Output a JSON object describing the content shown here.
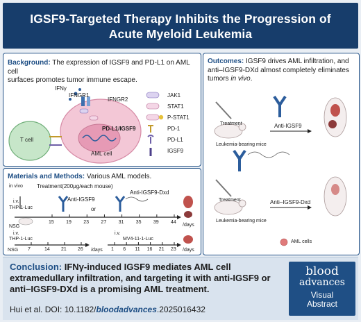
{
  "header": {
    "title_line1": "IGSF9-Targeted Therapy Inhibits the Progression of",
    "title_line2": "Acute Myeloid Leukemia"
  },
  "background": {
    "label": "Background:",
    "text_line1": " The expression of IGSF9 and PD-L1 on AML cell",
    "text_line2": "surfaces promotes tumor immune escape.",
    "labels": {
      "ifng": "IFNγ",
      "ifngr1": "IFNGR1",
      "ifngr2": "IFNGR2",
      "tcell": "T cell",
      "amlcell": "AML cell",
      "pdl1_igsf9": "PD-L1/IGSF9"
    },
    "legend": [
      {
        "glyph": "JAK1",
        "label": "JAK1"
      },
      {
        "glyph": "STAT1",
        "label": "STAT1"
      },
      {
        "glyph": "STAT1",
        "label": "P-STAT1"
      },
      {
        "glyph": "",
        "label": "PD-1"
      },
      {
        "glyph": "",
        "label": "PD-L1"
      },
      {
        "glyph": "",
        "label": "IGSF9"
      }
    ]
  },
  "methods": {
    "label": "Materials and Methods:",
    "text": " Various AML models.",
    "invivo": "in vivo",
    "treatment": "Treatment(200μg/each mouse)",
    "iv1": "i.v.",
    "line1": "THP-1-Luc",
    "anti_igsf9": "Anti-IGSF9",
    "or": "or",
    "anti_igsf9_dxd": "Anti-IGSF9-Dxd",
    "nsg1": "NSG",
    "days1": [
      "15",
      "19",
      "23",
      "27",
      "31",
      "35",
      "39",
      "44"
    ],
    "days_label": "/days",
    "iv2": "i.v.",
    "line2": "THP-1-Luc",
    "nsg2": "NSG",
    "days2": [
      "7",
      "14",
      "21",
      "26"
    ],
    "iv3": "i.v.",
    "line3": "MV4-11-1-Luc",
    "days3": [
      "1",
      "6",
      "11",
      "16",
      "21",
      "23"
    ]
  },
  "outcomes": {
    "label": "Outcomes:",
    "text_line1": " IGSF9 drives AML infiltration, and",
    "text_line2": "anti–IGSF9-DXd almost completely eliminates",
    "text_line3": "tumors ",
    "text_italic": "in vivo",
    "text_end": ".",
    "treatment1": "Treatment",
    "arrow1": "Anti-IGSF9",
    "mice1": "Leukemia-bearing mice",
    "treatment2": "Treatment",
    "arrow2": "Anti–IGSF9-Dxd",
    "mice2": "Leukemia-bearing mice",
    "aml_cells": "AML cells"
  },
  "conclusion": {
    "label": "Conclusion:",
    "text": " IFNγ-induced IGSF9 mediates AML cell extramedullary infiltration, and targeting it with anti-IGSF9 or anti–IGSF9-DXd is a promising AML treatment.",
    "cite_prefix": "Hui et al. DOI: 10.1182/",
    "cite_doi": "bloodadvances",
    "cite_suffix": ".2025016432"
  },
  "logo": {
    "l1": "blood",
    "l2": "advances",
    "l3a": "Visual",
    "l3b": "Abstract"
  },
  "colors": {
    "navy": "#173d6b",
    "blue": "#1f4f85",
    "pink": "#e9a7bd",
    "cell_green": "#9fd0b0"
  }
}
